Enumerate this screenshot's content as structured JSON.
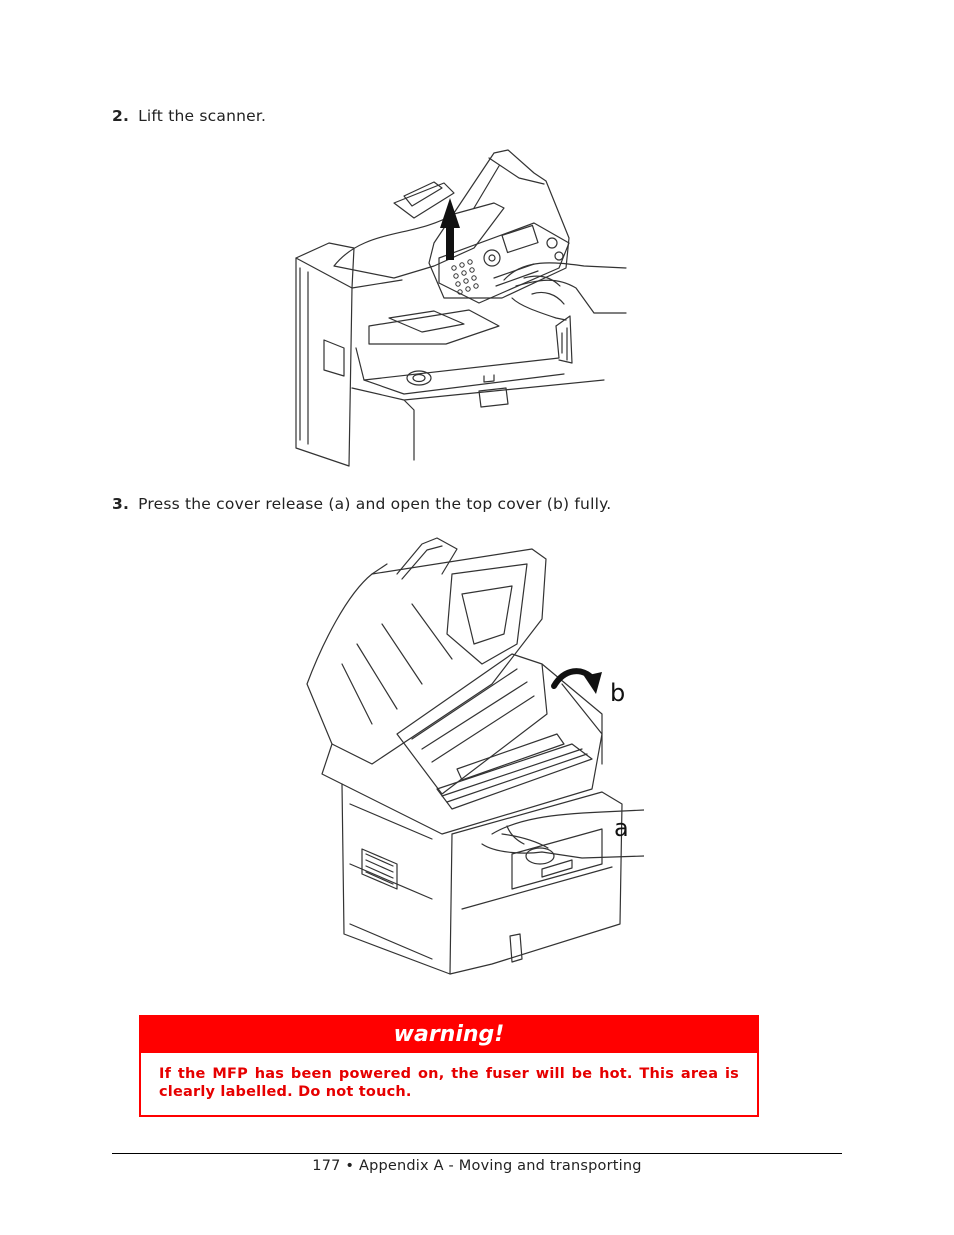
{
  "steps": [
    {
      "number": "2.",
      "text": "Lift the scanner."
    },
    {
      "number": "3.",
      "text": "Press the cover release (a) and open the top cover (b) fully."
    }
  ],
  "figure_cover": {
    "label_a": "a",
    "label_b": "b"
  },
  "warning": {
    "title": "warning!",
    "text": "If the MFP has been powered on, the fuser will be hot. This area is clearly labelled. Do not touch.",
    "color": "#ff0000"
  },
  "footer": {
    "page_number": "177",
    "bullet": "•",
    "section": "Appendix A - Moving and transporting"
  }
}
